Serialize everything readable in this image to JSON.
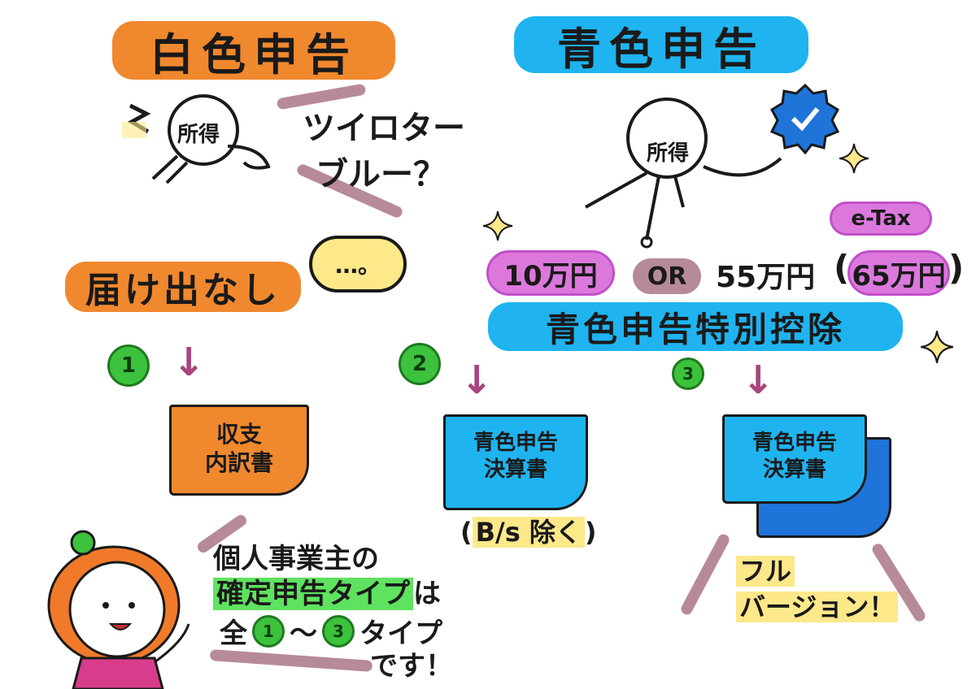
{
  "left": {
    "title": "白色申告",
    "stick_label": "所得",
    "speech_line1": "ツイロター",
    "speech_line2": "ブルー？",
    "no_notice": "届け出なし",
    "bubble": "…。"
  },
  "right": {
    "title": "青色申告",
    "stick_label": "所得",
    "etax": "e-Tax",
    "amount1": "10万円",
    "or": "OR",
    "amount2": "55万円",
    "amount3": "65万円",
    "deduction": "青色申告特別控除"
  },
  "steps": [
    {
      "num": "1",
      "doc_line1": "収支",
      "doc_line2": "内訳書",
      "note": ""
    },
    {
      "num": "2",
      "doc_line1": "青色申告",
      "doc_line2": "決算書",
      "note": "B/s 除く"
    },
    {
      "num": "3",
      "doc_line1": "青色申告",
      "doc_line2": "決算書",
      "note_line1": "フル",
      "note_line2": "バージョン！"
    }
  ],
  "bottom": {
    "line1": "個人事業主の",
    "line2": "確定申告タイプ",
    "line2_suffix": "は",
    "line3_prefix": "全",
    "n1": "1",
    "tilde": "～",
    "n3": "3",
    "line3_suffix": "タイプ",
    "line4": "です！"
  },
  "colors": {
    "orange": "#f0882e",
    "blue": "#1fb4f0",
    "magenta": "#dc78dc",
    "green": "#3cc23c",
    "yellow": "#fde88a"
  }
}
